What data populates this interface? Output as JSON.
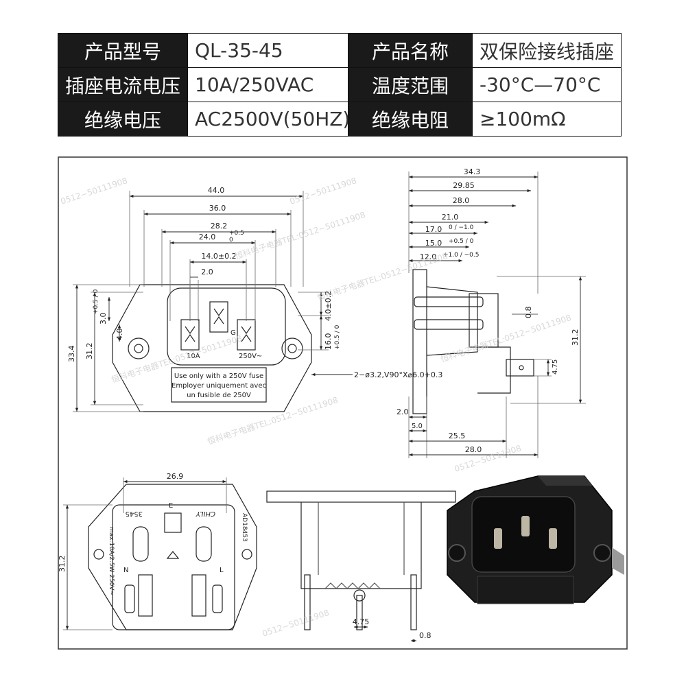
{
  "specs_left": [
    {
      "label": "产品型号",
      "value": "QL-35-45"
    },
    {
      "label": "插座电流电压",
      "value": "10A/250VAC"
    },
    {
      "label": "绝缘电压",
      "value": "AC2500V(50HZ)"
    }
  ],
  "specs_right": [
    {
      "label": "产品名称",
      "value": "双保险接线插座"
    },
    {
      "label": "温度范围",
      "value": "-30°C—70°C"
    },
    {
      "label": "绝缘电阻",
      "value": "≥100mΩ"
    }
  ],
  "front_view": {
    "dims": {
      "d44": "44.0",
      "d36": "36.0",
      "d28_2": "28.2",
      "d24": "24.0",
      "d24_tol_plus": "+0.5",
      "d24_tol_minus": "0",
      "d14": "14.0±0.2",
      "d2": "2.0",
      "d3": "3.0",
      "d3_tol": "+0.5 / 0",
      "d4": "4.0",
      "d33_4": "33.4",
      "d31_2": "31.2",
      "d4r": "4.0±0.2",
      "d16": "16.0",
      "d16_tol": "+0.5 / 0",
      "holes": "2−ø3.2,V90°X⌀6.0+0.3"
    },
    "pin_labels": {
      "l": "10A",
      "r": "250V~",
      "g": "G"
    },
    "fuse_text": [
      "Use only with a 250V fuse",
      "Employer uniquement avec",
      "un fusible de 250V"
    ]
  },
  "side_view": {
    "dims": {
      "d34_3": "34.3",
      "d29_85": "29.85",
      "d28": "28.0",
      "d21": "21.0",
      "d17": "17.0",
      "d17_tol": "0 / −1.0",
      "d15": "15.0",
      "d15_tol": "+0.5 / 0",
      "d12": "12.0",
      "d12_tol": "+1.0 / −0.5",
      "d0_8": "0.8",
      "d31_2": "31.2",
      "d4_75": "4.75",
      "d2": "2.0",
      "d5": "5.0",
      "d25_5": "25.5",
      "d28b": "28.0"
    }
  },
  "rear_view": {
    "dims": {
      "d26_9": "26.9",
      "d31_2": "31.2"
    },
    "markings": {
      "model": "3545",
      "brand": "CHILY",
      "rating": "max.10A/2.5W 250V~",
      "cert": "AD18453",
      "e": "E",
      "n": "N",
      "l": "L"
    }
  },
  "bottom_view": {
    "dims": {
      "d4_75": "4.75",
      "d0_8": "0.8"
    }
  },
  "watermark": {
    "phone": "0512−50111908",
    "company_tel": "恒科电子电器TEL:0512−50111908"
  }
}
